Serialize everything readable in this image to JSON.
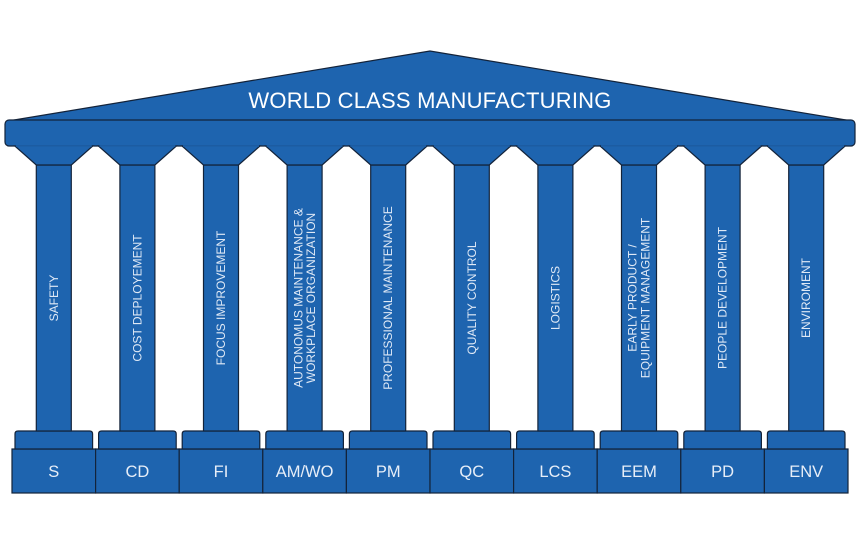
{
  "title": "WORLD CLASS MANUFACTURING",
  "colors": {
    "fill": "#1e64af",
    "stroke": "#13233a",
    "text": "#ffffff"
  },
  "pillars": [
    {
      "name": "SAFETY",
      "lines": [
        "SAFETY"
      ],
      "abbr": "S"
    },
    {
      "name": "COST DEPLOYEMENT",
      "lines": [
        "COST DEPLOYEMENT"
      ],
      "abbr": "CD"
    },
    {
      "name": "FOCUS IMPROVEMENT",
      "lines": [
        "FOCUS IMPROVEMENT"
      ],
      "abbr": "FI"
    },
    {
      "name": "AUTONOMUS MAINTENANCE & WORKPLACE ORGANIZATION",
      "lines": [
        "AUTONOMUS MAINTENANCE &",
        "WORKPLACE ORGANIZATION"
      ],
      "abbr": "AM/WO"
    },
    {
      "name": "PROFESSIONAL MAINTENANCE",
      "lines": [
        "PROFESSIONAL MAINTENANCE"
      ],
      "abbr": "PM"
    },
    {
      "name": "QUALITY CONTROL",
      "lines": [
        "QUALITY CONTROL"
      ],
      "abbr": "QC"
    },
    {
      "name": "LOGISTICS",
      "lines": [
        "LOGISTICS"
      ],
      "abbr": "LCS"
    },
    {
      "name": "EARLY PRODUCT / EQUIPMENT MANAGEMENT",
      "lines": [
        "EARLY PRODUCT /",
        "EQUIPMENT MANAGEMENT"
      ],
      "abbr": "EEM"
    },
    {
      "name": "PEOPLE DEVELOPMENT",
      "lines": [
        "PEOPLE DEVELOPMENT"
      ],
      "abbr": "PD"
    },
    {
      "name": "ENVIROMENT",
      "lines": [
        "ENVIROMENT"
      ],
      "abbr": "ENV"
    }
  ]
}
